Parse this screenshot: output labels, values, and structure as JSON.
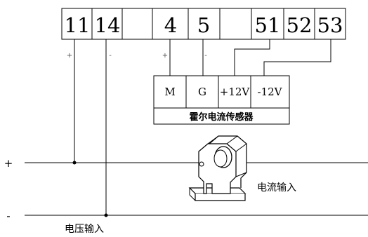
{
  "terminal_block": {
    "terminals": [
      "11",
      "14",
      "",
      "4",
      "5",
      "",
      "51",
      "52",
      "53"
    ]
  },
  "polarity": {
    "t11": "+",
    "t14": "-",
    "t4": "+",
    "t5": "-"
  },
  "sensor": {
    "pins": [
      "M",
      "G",
      "+12V",
      "-12V"
    ],
    "title": "霍尔电流传感器"
  },
  "rails": {
    "positive": "+",
    "negative": "-"
  },
  "labels": {
    "current_input": "电流输入",
    "voltage_input": "电压输入"
  }
}
